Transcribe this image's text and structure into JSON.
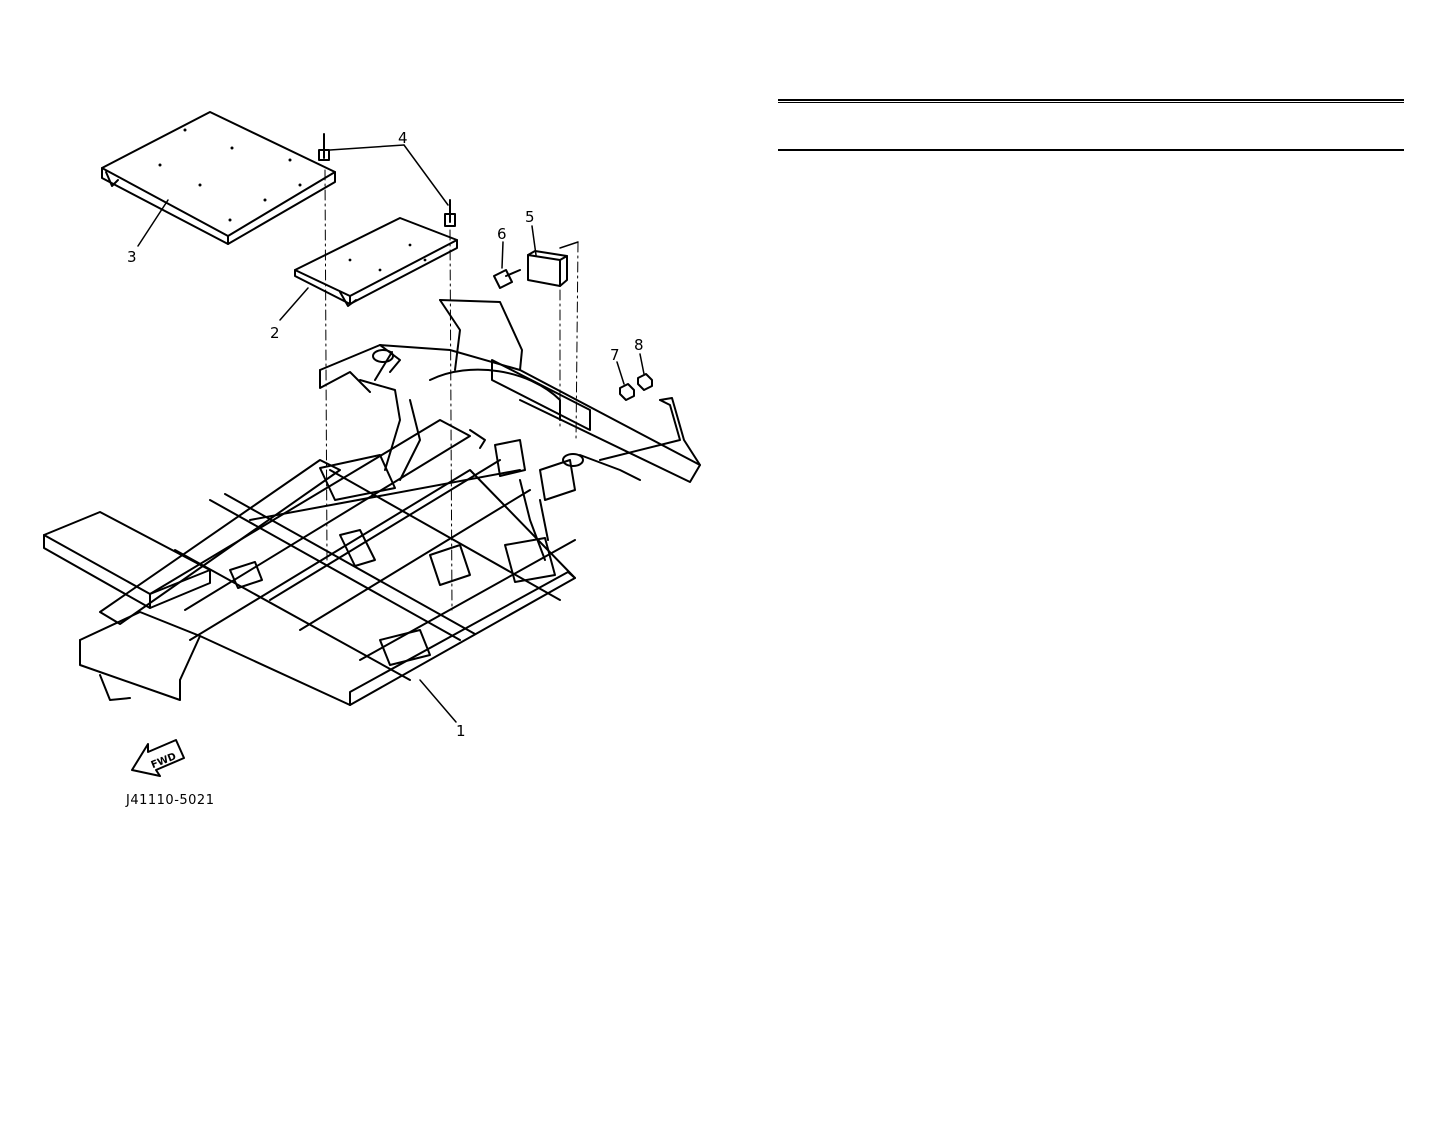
{
  "figure_code": "J41110-5021",
  "fwd_label": "FWD",
  "callouts": [
    {
      "id": "1",
      "label": "1"
    },
    {
      "id": "2",
      "label": "2"
    },
    {
      "id": "3",
      "label": "3"
    },
    {
      "id": "4",
      "label": "4"
    },
    {
      "id": "5",
      "label": "5"
    },
    {
      "id": "6",
      "label": "6"
    },
    {
      "id": "7",
      "label": "7"
    },
    {
      "id": "8",
      "label": "8"
    }
  ]
}
